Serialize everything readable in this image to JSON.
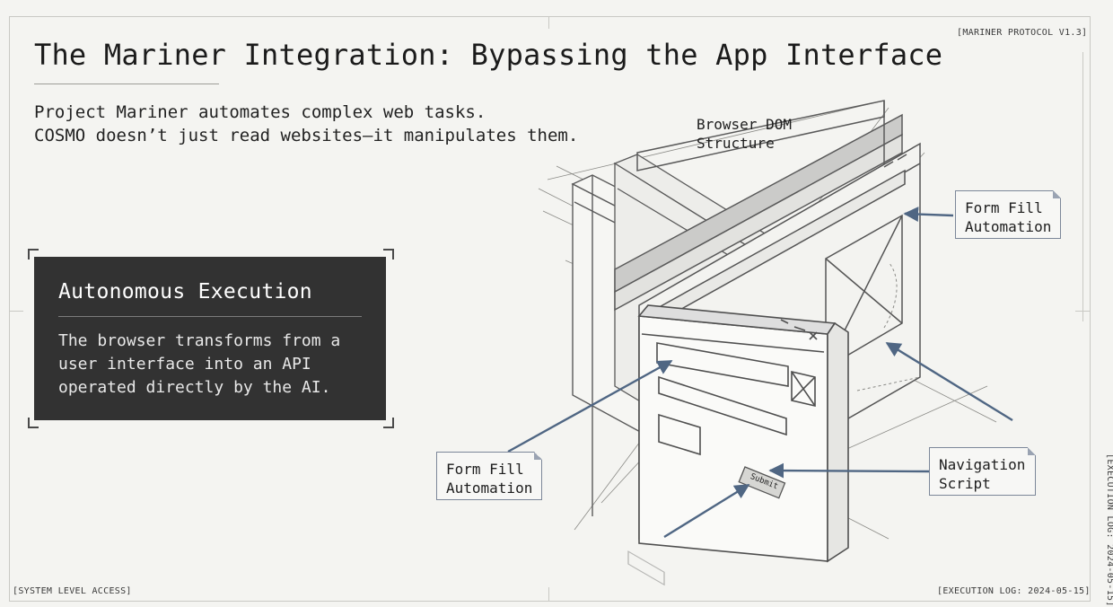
{
  "page": {
    "title": "The Mariner Integration: Bypassing the App Interface",
    "subtitle_lines": [
      "Project Mariner automates complex web tasks.",
      "COSMO doesn’t just read websites—it manipulates them."
    ],
    "protocol_tag": "[MARINER PROTOCOL V1.3]",
    "access_tag": "[SYSTEM LEVEL ACCESS]",
    "log_tag_bottom": "[EXECUTION LOG: 2024-05-15]",
    "log_tag_side": "[EXECUTION LOG: 2024-05-15]"
  },
  "callout": {
    "heading": "Autonomous Execution",
    "body_lines": [
      "The browser transforms from a",
      "user interface into an API",
      "operated directly by the AI."
    ]
  },
  "diagram": {
    "dom_label_lines": [
      "Browser DOM",
      "Structure"
    ],
    "form_fill_top_lines": [
      "Form Fill",
      "Automation"
    ],
    "form_fill_left_lines": [
      "Form Fill",
      "Automation"
    ],
    "navigation_lines": [
      "Navigation",
      "Script"
    ],
    "submit_label": "Submit"
  },
  "colors": {
    "background": "#f4f4f1",
    "card": "#323232",
    "arrow": "#4f6683",
    "linework": "#5a5a5a"
  }
}
